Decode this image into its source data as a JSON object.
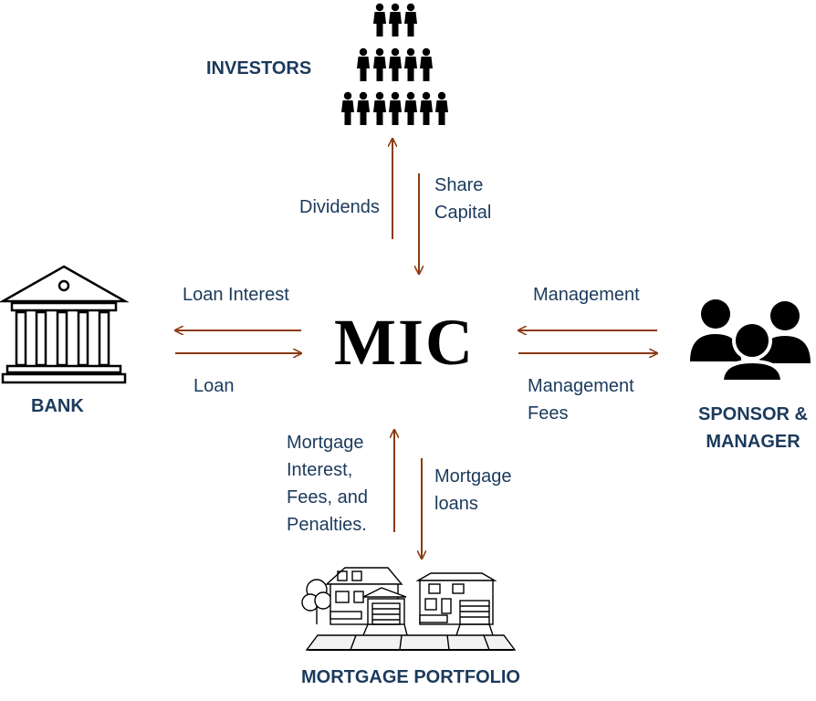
{
  "center": {
    "label": "MIC"
  },
  "nodes": {
    "investors": {
      "label": "INVESTORS",
      "icon": "investors-pyramid-icon"
    },
    "bank": {
      "label": "BANK",
      "icon": "bank-building-icon"
    },
    "sponsor": {
      "label_line1": "SPONSOR &",
      "label_line2": "MANAGER",
      "icon": "people-group-icon"
    },
    "portfolio": {
      "label": "MORTGAGE PORTFOLIO",
      "icon": "houses-icon"
    }
  },
  "flows": {
    "dividends": "Dividends",
    "share_capital_1": "Share",
    "share_capital_2": "Capital",
    "loan_interest": "Loan Interest",
    "loan": "Loan",
    "management": "Management",
    "management_fees_1": "Management",
    "management_fees_2": "Fees",
    "mortgage_interest_1": "Mortgage",
    "mortgage_interest_2": "Interest,",
    "mortgage_interest_3": "Fees, and",
    "mortgage_interest_4": "Penalties.",
    "mortgage_loans_1": "Mortgage",
    "mortgage_loans_2": "loans"
  },
  "colors": {
    "arrow": "#8b3a10",
    "label_text": "#1b3a5c",
    "icon": "#000000"
  }
}
